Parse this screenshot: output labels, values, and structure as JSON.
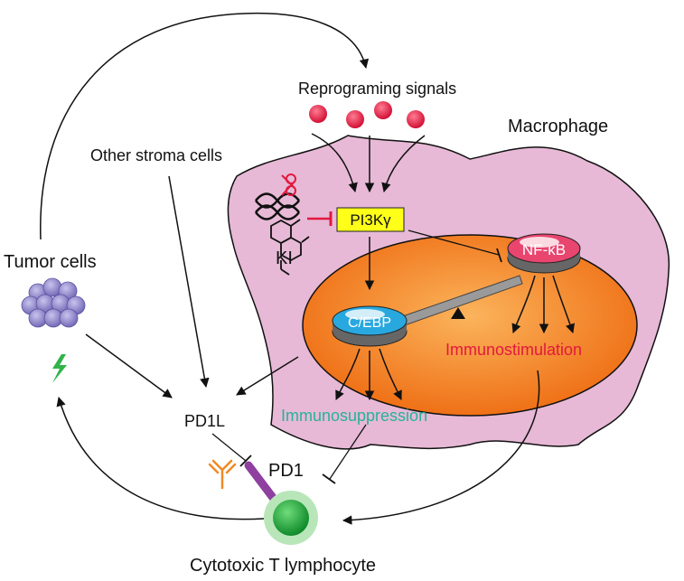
{
  "labels": {
    "reprogramming_signals": "Reprograming signals",
    "macrophage": "Macrophage",
    "other_stroma_cells": "Other stroma cells",
    "tumor_cells": "Tumor cells",
    "pi3k": "PI3Kγ",
    "nfkb": "NF-κB",
    "cebp": "C/EBP",
    "ki": "KI",
    "immunostimulation": "Immunostimulation",
    "immunosuppression": "Immunosuppression",
    "pd1l": "PD1L",
    "pd1": "PD1",
    "ctl": "Cytotoxic T lymphocyte"
  },
  "colors": {
    "macrophage_fill": "#e7b9d6",
    "nucleus_fill": "#f07a1c",
    "pi3k_fill": "#ffff1a",
    "nfkb_fill": "#e8456f",
    "cebp_fill": "#29a8df",
    "signal_dot": "#e3183f",
    "inhibitor_red": "#e3183f",
    "immunostimulation_text": "#e3183f",
    "immunosuppression_text": "#26b29a",
    "tumor_cell": "#8c84c8",
    "t_cell": "#1fa63a",
    "pd1_receptor": "#8e3fa0",
    "antibody": "#f08a24",
    "lightning": "#2fb44a"
  }
}
